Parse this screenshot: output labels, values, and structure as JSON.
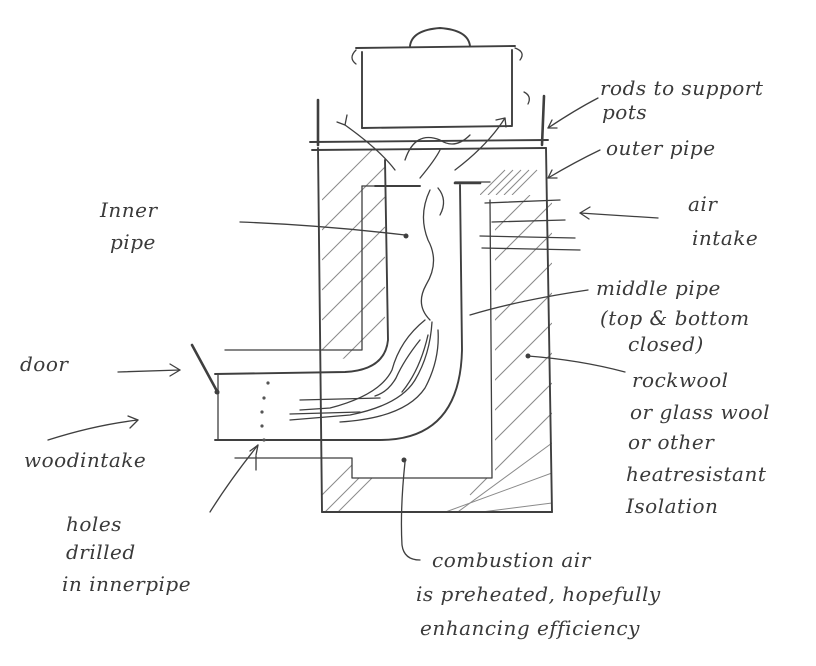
{
  "labels": {
    "rods": [
      "rods to support",
      "pots"
    ],
    "outer_pipe": "outer pipe",
    "air_intake": [
      "air",
      "intake"
    ],
    "inner_pipe": [
      "Inner",
      "pipe"
    ],
    "middle_pipe": [
      "middle pipe",
      "(top & bottom",
      "closed)"
    ],
    "door": "door",
    "isolation": [
      "rockwool",
      "or glass wool",
      "or other",
      "heatresistant",
      "Isolation"
    ],
    "wood_intake": "woodintake",
    "holes": [
      "holes",
      "drilled",
      "in innerpipe"
    ],
    "combustion": [
      "combustion air",
      "is preheated, hopefully",
      "enhancing efficiency"
    ]
  },
  "colors": {
    "ink": "#3f3f3f",
    "pencil": "#3a3a3a",
    "hatch": "#8a8a8a",
    "paper": "#ffffff"
  }
}
